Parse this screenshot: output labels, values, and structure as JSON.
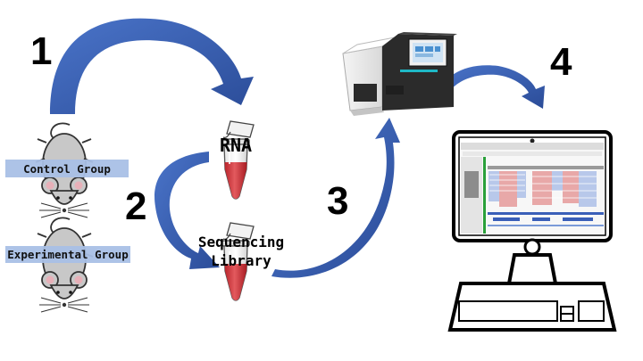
{
  "steps": [
    "1",
    "2",
    "3",
    "4"
  ],
  "groups": {
    "control": "Control Group",
    "experimental": "Experimental Group"
  },
  "tubes": {
    "rna": "RNA",
    "library_line1": "Sequencing",
    "library_line2": "Library"
  },
  "colors": {
    "arrow": "#3a62b8",
    "arrow_dark": "#2b4c98",
    "group_band": "#a9c0e6",
    "liquid": "#d0343a",
    "sequencer_body": "#2b2b2b",
    "sequencer_panel": "#f0f0f0",
    "monitor": "#000000"
  },
  "icons": [
    "mouse-icon",
    "tube-icon",
    "sequencer-icon",
    "computer-icon",
    "genome-browser-icon"
  ]
}
